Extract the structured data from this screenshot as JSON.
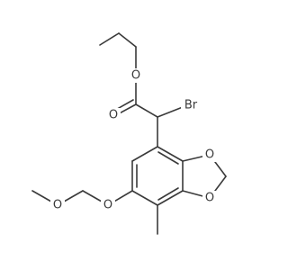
{
  "molecule": {
    "atoms": {
      "o_ester": "O",
      "o_carbonyl": "O",
      "br": "Br",
      "o_dioxole_top": "O",
      "o_dioxole_bottom": "O",
      "o_ether": "O",
      "o_methoxy": "O"
    }
  }
}
